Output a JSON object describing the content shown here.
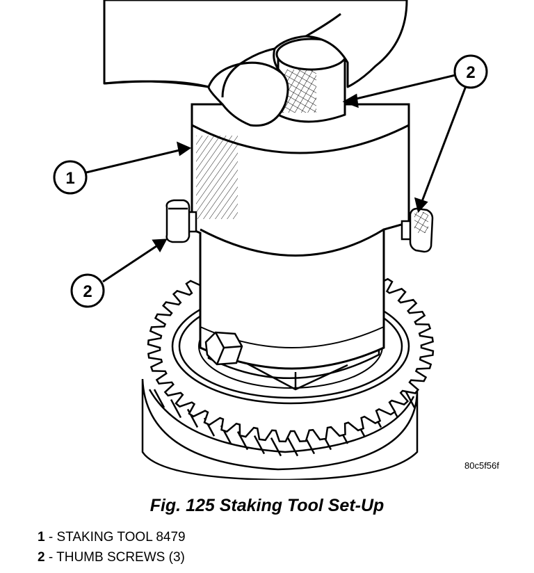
{
  "figure": {
    "image_code": "80c5f56f",
    "caption": "Fig. 125 Staking Tool Set-Up",
    "callouts": [
      "1",
      "2",
      "2"
    ]
  },
  "legend": [
    {
      "number": "1",
      "text": " - STAKING TOOL 8479"
    },
    {
      "number": "2",
      "text": " - THUMB SCREWS (3)"
    }
  ]
}
